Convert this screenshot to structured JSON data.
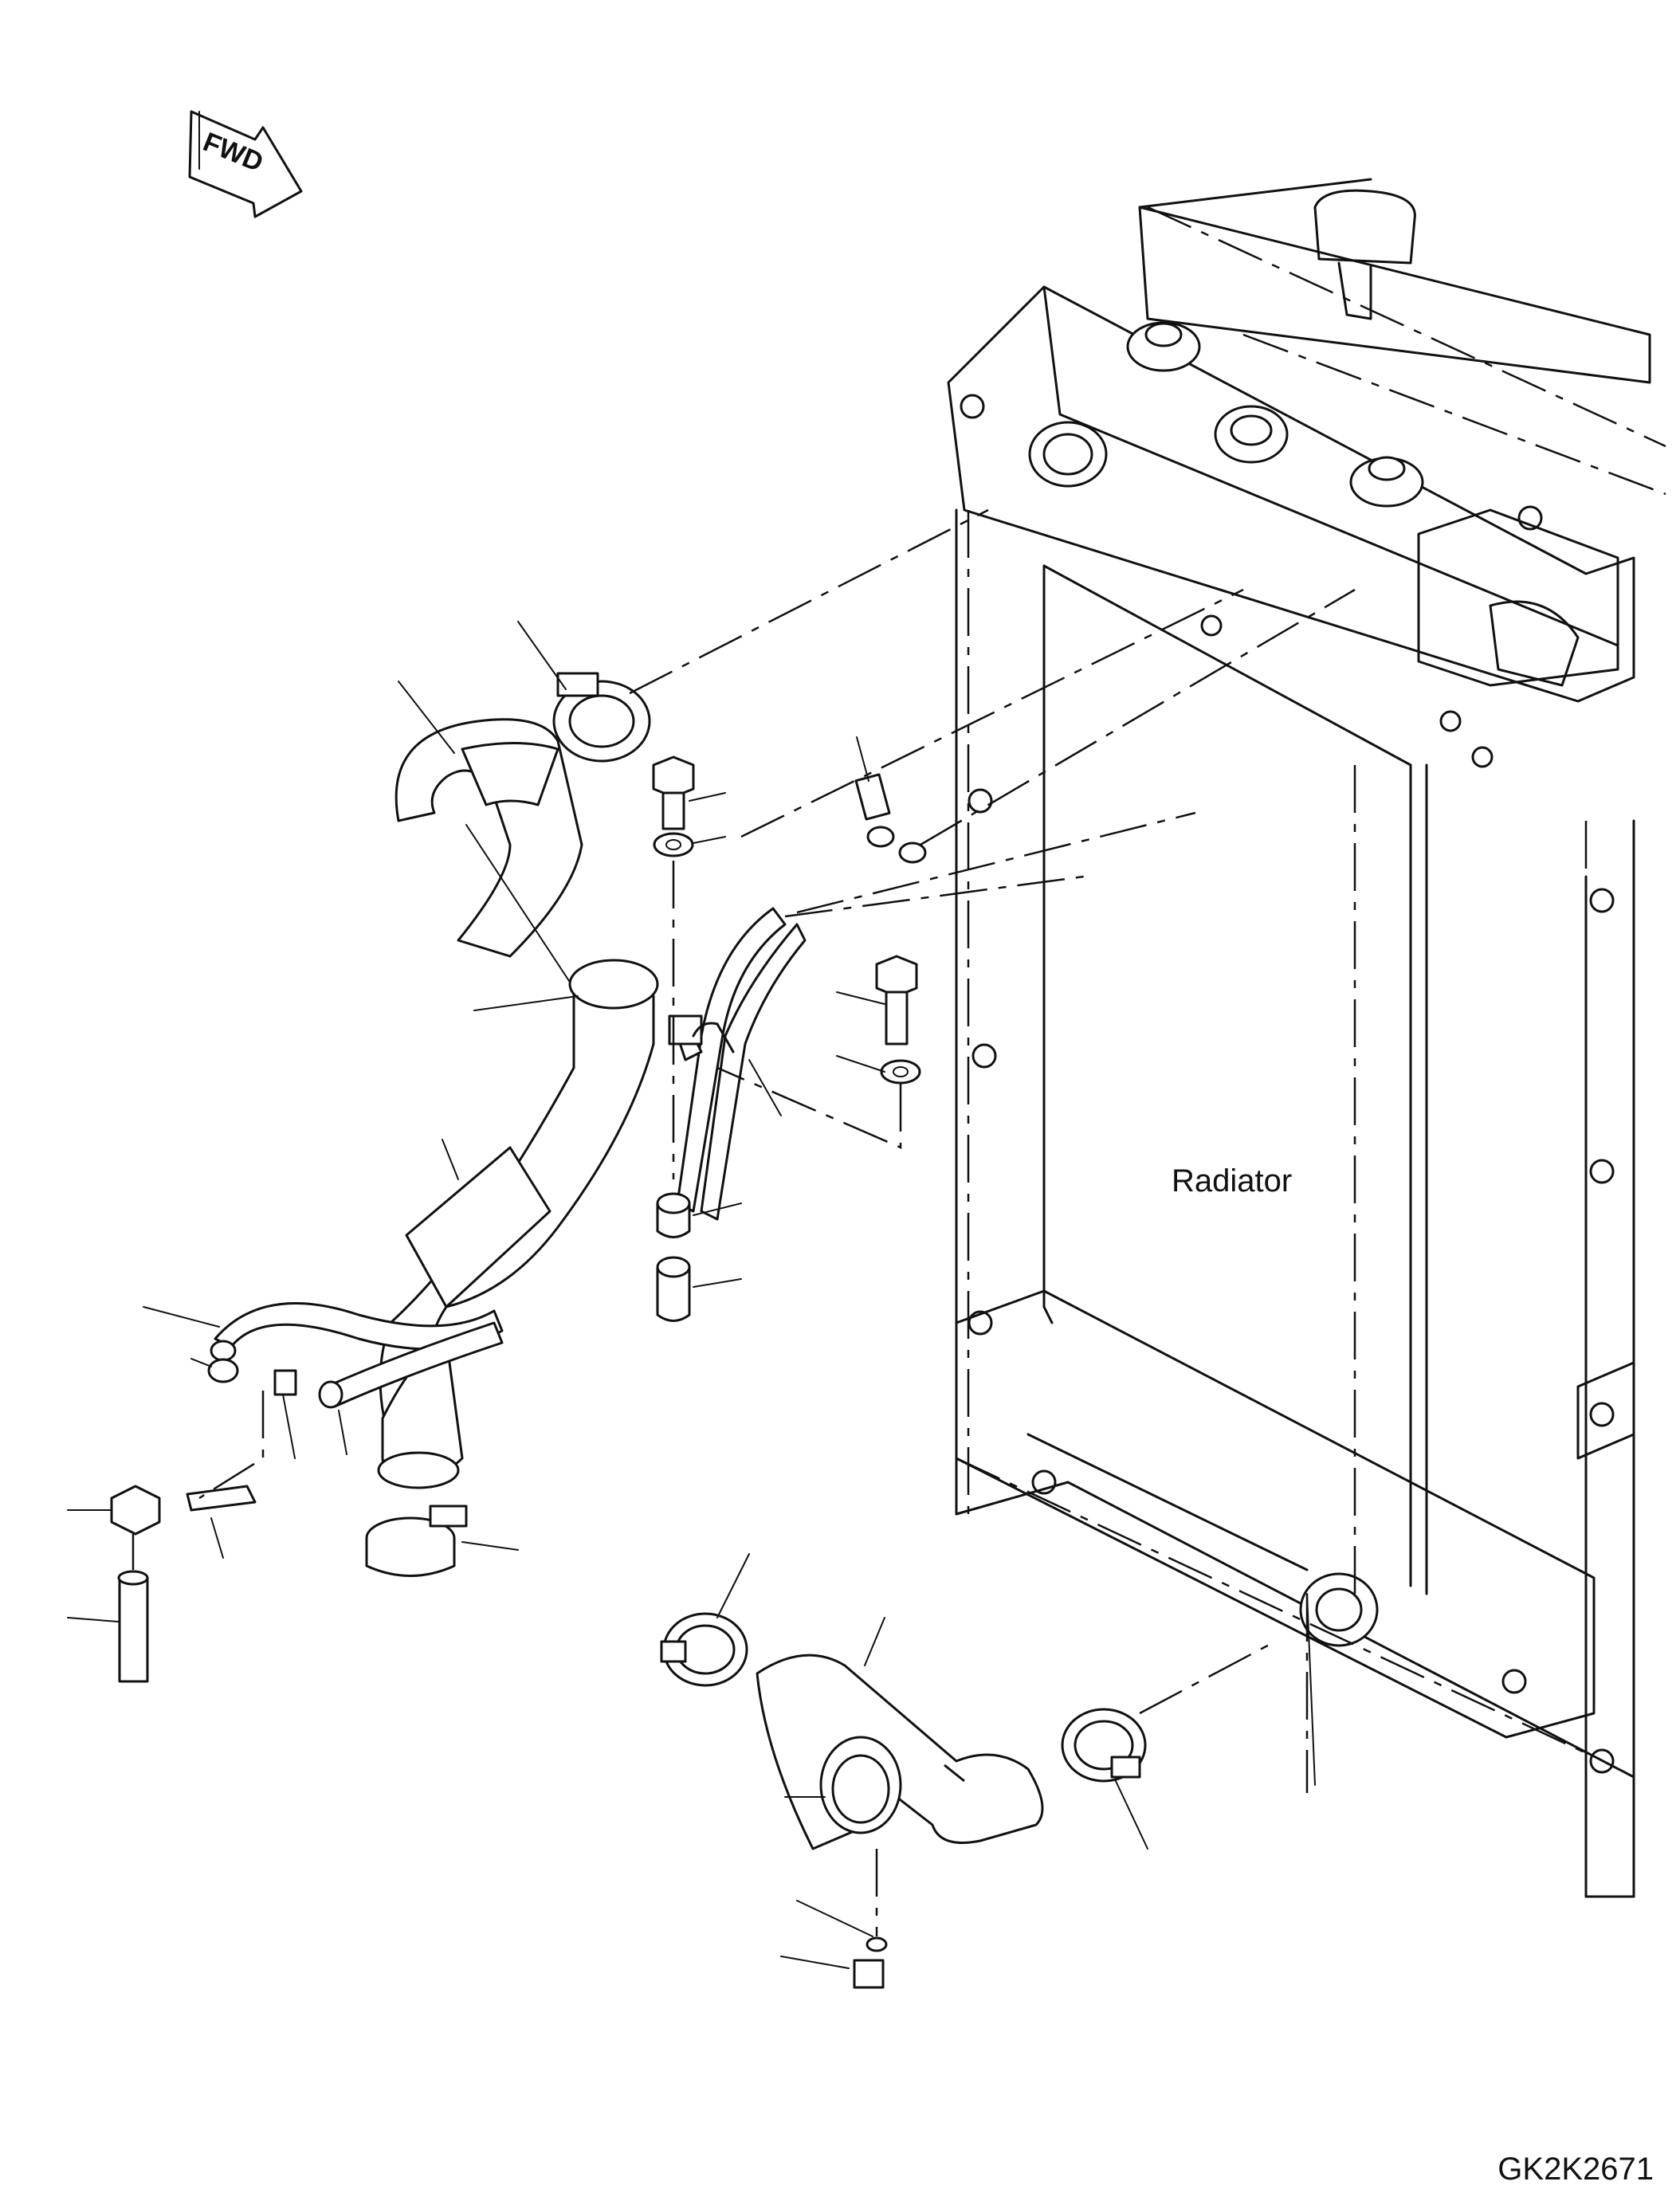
{
  "diagram": {
    "direction_marker": "FWD",
    "component_label": "Radiator",
    "drawing_code": "GK2K2671"
  }
}
